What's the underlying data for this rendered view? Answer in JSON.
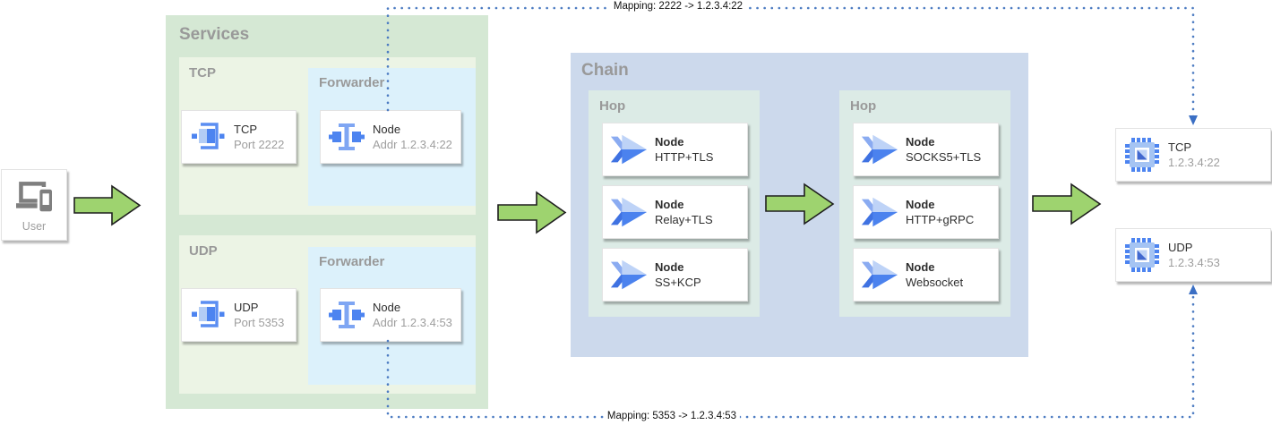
{
  "user": {
    "label": "User"
  },
  "services": {
    "title": "Services",
    "tcp": {
      "title": "TCP",
      "card": {
        "title": "TCP",
        "subtitle": "Port 2222"
      },
      "forwarder": {
        "title": "Forwarder",
        "card": {
          "title": "Node",
          "subtitle": "Addr 1.2.3.4:22"
        }
      }
    },
    "udp": {
      "title": "UDP",
      "card": {
        "title": "UDP",
        "subtitle": "Port 5353"
      },
      "forwarder": {
        "title": "Forwarder",
        "card": {
          "title": "Node",
          "subtitle": "Addr 1.2.3.4:53"
        }
      }
    }
  },
  "chain": {
    "title": "Chain",
    "hops": [
      {
        "title": "Hop",
        "nodes": [
          {
            "title": "Node",
            "subtitle": "HTTP+TLS"
          },
          {
            "title": "Node",
            "subtitle": "Relay+TLS"
          },
          {
            "title": "Node",
            "subtitle": "SS+KCP"
          }
        ]
      },
      {
        "title": "Hop",
        "nodes": [
          {
            "title": "Node",
            "subtitle": "SOCKS5+TLS"
          },
          {
            "title": "Node",
            "subtitle": "HTTP+gRPC"
          },
          {
            "title": "Node",
            "subtitle": "Websocket"
          }
        ]
      }
    ]
  },
  "endpoints": [
    {
      "title": "TCP",
      "subtitle": "1.2.3.4:22"
    },
    {
      "title": "UDP",
      "subtitle": "1.2.3.4:53"
    }
  ],
  "mappings": [
    {
      "label": "Mapping: 2222 -> 1.2.3.4:22"
    },
    {
      "label": "Mapping: 5353 -> 1.2.3.4:53"
    }
  ],
  "colors": {
    "services_bg": "#d5e8d4",
    "services_inner_bg": "#ecf4e5",
    "forwarder_bg": "#dcf1fb",
    "chain_bg": "#ccd9ec",
    "hop_bg": "#dcebe6",
    "arrow_green": "#9ed36f",
    "dotted_blue": "#4d7cc2",
    "icon_blue": "#4d84f0",
    "header_gray": "#999999"
  }
}
